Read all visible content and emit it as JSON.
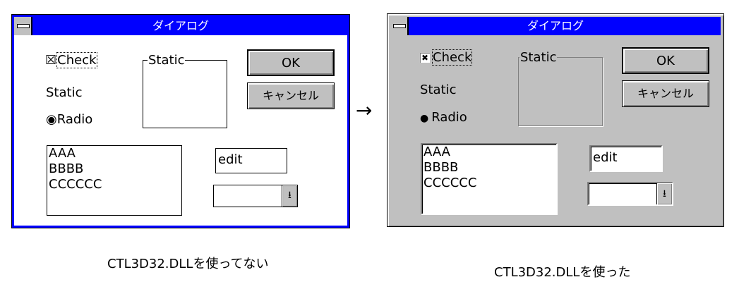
{
  "dialog_title": "ダイアログ",
  "check_label": "Check",
  "check_glyph_plain": "☒",
  "check_glyph_3d": "✖",
  "static_label": "Static",
  "static_group_label": "Static",
  "radio_label": "Radio",
  "radio_glyph": "◉",
  "radio_glyph_3d": "●",
  "ok_button": "OK",
  "cancel_button": "キャンセル",
  "list_items": [
    "AAA",
    "BBBB",
    "CCCCCC"
  ],
  "edit_value": "edit",
  "combo_arrow": "⭳",
  "arrow": "→",
  "caption_left": "CTL3D32.DLLを使ってない",
  "caption_right": "CTL3D32.DLLを使った",
  "colors": {
    "title_blue": "#0000ff",
    "face_gray": "#c0c0c0",
    "frame_blue": "#0000ff"
  }
}
